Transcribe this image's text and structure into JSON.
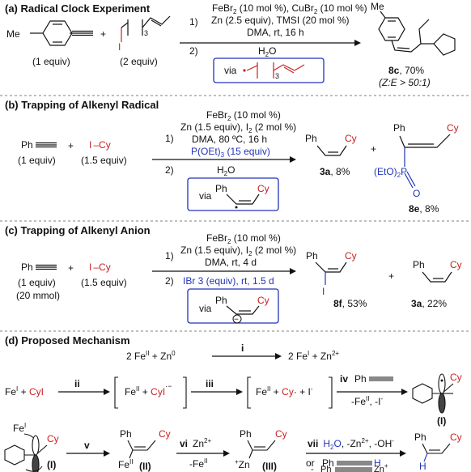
{
  "sections": {
    "a": {
      "title": "(a) Radical Clock Experiment",
      "me": "Me",
      "plus": "+",
      "iodide_i": "I",
      "iodide_n": "3",
      "equiv_alkyne": "(1 equiv)",
      "equiv_iodide": "(2 equiv)",
      "step1_num": "1)",
      "step2_num": "2)",
      "cond1": "FeBr",
      "cond1_sub": "2",
      "cond1_rest": " (10 mol %), CuBr",
      "cond1_sub2": "2",
      "cond1_end": " (10 mol %)",
      "cond2": "Zn (2.5 equiv), TMSI (20 mol %)",
      "cond3": "DMA, rt, 16 h",
      "cond4": "H",
      "cond4_sub": "2",
      "cond4_end": "O",
      "via": "via",
      "via_n": "3",
      "product_me": "Me",
      "product_label": "8c",
      "product_yield": ", 70%",
      "ratio": "(Z:E > 50:1)"
    },
    "b": {
      "title": "(b) Trapping of Alkenyl Radical",
      "ph": "Ph",
      "plus": "+",
      "i": "I",
      "dash": "–",
      "cy": "Cy",
      "equiv_alkyne": "(1 equiv)",
      "equiv_icy": "(1.5 equiv)",
      "step1_num": "1)",
      "step2_num": "2)",
      "cond1": "FeBr",
      "cond1_sub": "2",
      "cond1_end": " (10 mol %)",
      "cond2": "Zn (1.5 equiv), I",
      "cond2_sub": "2",
      "cond2_end": " (2 mol %)",
      "cond3": "DMA, 80 ºC, 16 h",
      "cond4": "P(OEt)",
      "cond4_sub": "3",
      "cond4_end": " (15 equiv)",
      "cond5": "H",
      "cond5_sub": "2",
      "cond5_end": "O",
      "via": "via",
      "via_ph": "Ph",
      "via_cy": "Cy",
      "p1_ph": "Ph",
      "p1_cy": "Cy",
      "p1_label": "3a",
      "p1_yield": ", 8%",
      "plus2": "+",
      "p2_ph": "Ph",
      "p2_cy": "Cy",
      "p2_eto": "(EtO)",
      "p2_eto_sub": "2",
      "p2_p": "P",
      "p2_o": "O",
      "p2_label": "8e",
      "p2_yield": ", 8%"
    },
    "c": {
      "title": "(c) Trapping of Alkenyl Anion",
      "ph": "Ph",
      "plus": "+",
      "i": "I",
      "dash": "–",
      "cy": "Cy",
      "equiv_alkyne": "(1 equiv)",
      "mmol": "(20 mmol)",
      "equiv_icy": "(1.5 equiv)",
      "step1_num": "1)",
      "step2_num": "2)",
      "cond1": "FeBr",
      "cond1_sub": "2",
      "cond1_end": " (10 mol %)",
      "cond2": "Zn (1.5 equiv), I",
      "cond2_sub": "2",
      "cond2_end": " (2 mol %)",
      "cond3": "DMA, rt, 4 d",
      "cond4": "IBr 3 (equiv), rt, 1.5 d",
      "via": "via",
      "via_ph": "Ph",
      "via_cy": "Cy",
      "minus": "−",
      "p1_ph": "Ph",
      "p1_cy": "Cy",
      "p1_i": "I",
      "p1_label": "8f",
      "p1_yield": ", 53%",
      "plus2": "+",
      "p2_ph": "Ph",
      "p2_cy": "Cy",
      "p2_label": "3a",
      "p2_yield": ", 22%"
    },
    "d": {
      "title": "(d) Proposed Mechanism",
      "eq_left": "2 Fe",
      "eq_left_sup": "II",
      "eq_plus1": " + Zn",
      "eq_plus1_sup": "0",
      "eq_i": "i",
      "eq_right": "2 Fe",
      "eq_right_sup": "I",
      "eq_plus2": " + Zn",
      "eq_plus2_sup": "2+",
      "fe1": "Fe",
      "fe1_sup": "I",
      "plus": " + ",
      "cyi": "CyI",
      "step_ii": "ii",
      "b1_fe": "Fe",
      "b1_fe_sup": "II",
      "b1_plus": " + ",
      "b1_cyi": "CyI",
      "b1_rad": "·−",
      "step_iii": "iii",
      "b2_fe": "Fe",
      "b2_fe_sup": "II",
      "b2_plus": " + ",
      "b2_cy": "Cy",
      "b2_dot": "·",
      "b2_plus2": " + ",
      "b2_i": "I",
      "b2_i_sup": "-",
      "step_iv": "iv",
      "iv_ph": "Ph",
      "iv_minus": "-Fe",
      "iv_minus_sup": "II",
      "iv_minus_end": ", -I",
      "iv_minus_sup2": "-",
      "rad_cy": "Cy",
      "rad_label": "(I)",
      "fei_label": "Fe",
      "fei_sup": "I",
      "rad2_cy": "Cy",
      "rad2_label": "(I)",
      "step_v": "v",
      "II_ph": "Ph",
      "II_cy": "Cy",
      "II_fe": "Fe",
      "II_fe_sup": "II",
      "II_label": "(II)",
      "step_vi": "vi",
      "vi_zn": "Zn",
      "vi_zn_sup": "2+",
      "vi_fe": "-Fe",
      "vi_fe_sup": "II",
      "III_ph": "Ph",
      "III_cy": "Cy",
      "III_zn": "Zn",
      "III_zn_sup": "+",
      "III_label": "(III)",
      "step_vii": "vii",
      "vii_h2o": "H",
      "vii_h2o_sub": "2",
      "vii_h2o_end": "O",
      "vii_rest": ", -Zn",
      "vii_rest_sup": "2+",
      "vii_rest_end": ", -OH",
      "vii_rest_sup2": "-",
      "vii_or": "or",
      "vii_ph": "Ph",
      "vii_h": "H",
      "vii_dash": "-",
      "vii_ph2": "Ph",
      "vii_zn": "Zn",
      "vii_zn_sup": "+",
      "final_ph": "Ph",
      "final_cy": "Cy",
      "final_h": "H"
    }
  },
  "colors": {
    "accent_red": "#c8201e",
    "accent_blue": "#2233b8",
    "box": "#2233b8"
  }
}
